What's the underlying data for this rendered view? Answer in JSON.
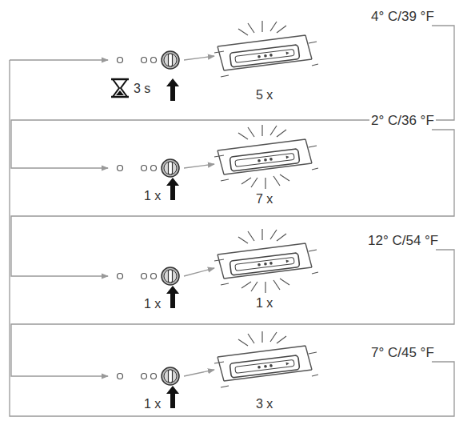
{
  "diagram": {
    "labels": [
      "3 s",
      "5 x",
      "4° C/39 °F",
      "1 x",
      "7 x",
      "2° C/36 °F",
      "1 x",
      "1 x",
      "12° C/54 °F",
      "1 x",
      "3 x",
      "7° C/45 °F"
    ]
  }
}
